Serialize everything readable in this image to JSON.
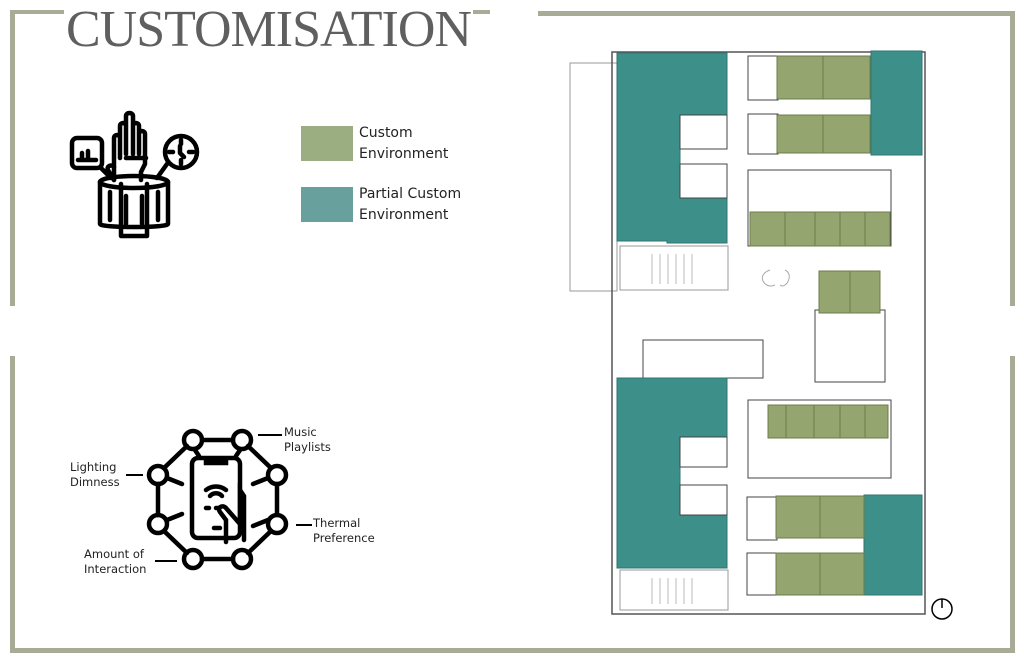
{
  "title": "CUSTOMISATION",
  "colors": {
    "frame": "#a8ab96",
    "custom": "#9bae82",
    "partial": "#3d8f8a",
    "title": "#5f5f5f"
  },
  "legend": [
    {
      "label_line1": "Custom",
      "label_line2": "Environment",
      "color": "#9bae82"
    },
    {
      "label_line1": "Partial Custom",
      "label_line2": "Environment",
      "color": "#67a09c"
    }
  ],
  "icons": {
    "top": "hand-wearable-control-icon",
    "bottom": "smartphone-network-icon",
    "plan": "north-arrow-icon"
  },
  "network_labels": {
    "music": [
      "Music",
      "Playlists"
    ],
    "lighting": [
      "Lighting",
      "Dimness"
    ],
    "thermal": [
      "Thermal",
      "Preference"
    ],
    "interaction": [
      "Amount of",
      "Interaction"
    ]
  }
}
